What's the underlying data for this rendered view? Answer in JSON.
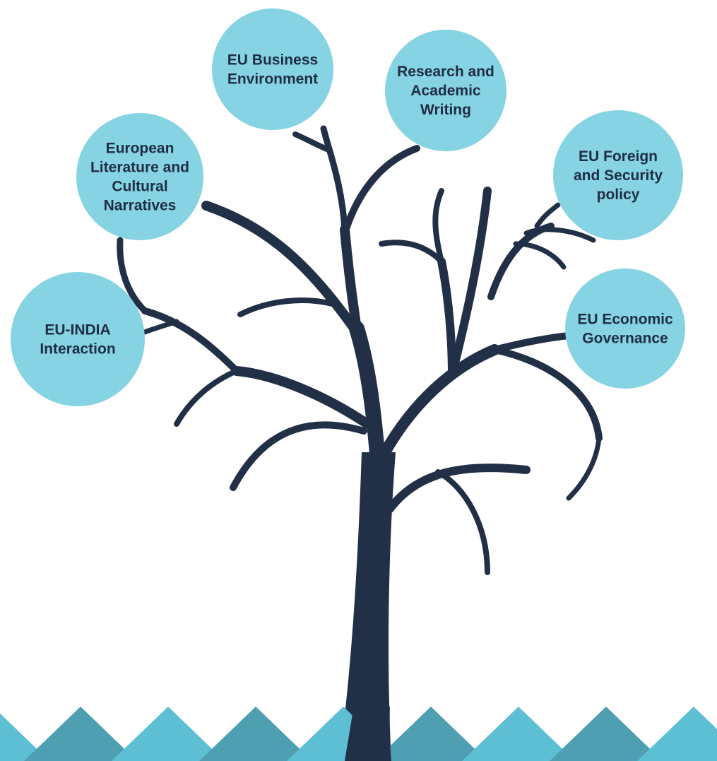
{
  "colors": {
    "tree": "#213046",
    "circle": "#85d3e3",
    "wave_light": "#5dbfd4",
    "wave_dark": "#4d9fb1",
    "text": "#1f2d44"
  },
  "topics": [
    {
      "id": "eu-india",
      "lines": [
        "EU-INDIA",
        "Interaction"
      ]
    },
    {
      "id": "european-literature",
      "lines": [
        "European",
        "Literature and",
        "Cultural",
        "Narratives"
      ]
    },
    {
      "id": "eu-business",
      "lines": [
        "EU Business",
        "Environment"
      ]
    },
    {
      "id": "research-writing",
      "lines": [
        "Research and",
        "Academic",
        "Writing"
      ]
    },
    {
      "id": "eu-foreign-security",
      "lines": [
        "EU Foreign",
        "and Security",
        "policy"
      ]
    },
    {
      "id": "eu-economic",
      "lines": [
        "EU Economic",
        "Governance"
      ]
    }
  ]
}
